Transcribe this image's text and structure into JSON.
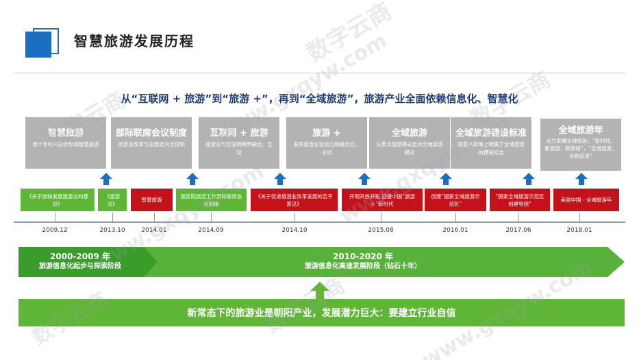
{
  "title": "智慧旅游发展历程",
  "subtitle": "从“互联网 + 旅游”到“旅游 +”，再到“全域旅游”，旅游产业全面依赖信息化、智慧化",
  "stages": [
    {
      "title": "智慧旅游",
      "desc": "用十年时间初步形成智慧旅游"
    },
    {
      "title": "部际联席会议制度",
      "desc": "旅游业改革与发展走向全日制"
    },
    {
      "title": "互联网 + 旅游",
      "desc": "旅游业与互联网跨界融合、互动"
    },
    {
      "title": "旅游 +",
      "desc": "发挥旅游业拉动力和融合力、主动"
    },
    {
      "title": "全域旅游",
      "desc": "从景点旅游模式走向全域旅游模式"
    },
    {
      "title": "全域旅游建设标准",
      "desc": "国家从政策上明确了全域旅游的建设标准"
    },
    {
      "title": "全域旅游年",
      "desc": "大力发展全域旅游；“新时代、新旅游、新获得”，“全域旅游，全新追求”"
    }
  ],
  "events": [
    {
      "text": "《关于加快发展旅游业的意见》",
      "color": "green"
    },
    {
      "text": "《旅游法》",
      "color": "green"
    },
    {
      "text": "智慧旅游",
      "color": "red"
    },
    {
      "text": "国务院旅游工作部际联席会议制度",
      "color": "green"
    },
    {
      "text": "《关于促进旅游业改革发展的若干意见》",
      "color": "red"
    },
    {
      "text": "开明开放开拓 迎接中国“旅游 +”新时代",
      "color": "red"
    },
    {
      "text": "创建“国家全域旅游示范区”",
      "color": "red"
    },
    {
      "text": "“国家全域旅游示范区创建导则”",
      "color": "red"
    },
    {
      "text": "美丽中国 - 全域旅游年",
      "color": "red"
    }
  ],
  "dates": [
    "2009.12",
    "2013.10",
    "2014.01",
    "2014.09",
    "2014.10",
    "2015.08",
    "2016.01",
    "2017.06",
    "2018.01"
  ],
  "phases": [
    {
      "years": "2000-2009 年",
      "desc": "旅游信息化起步与探索阶段"
    },
    {
      "years": "2010-2020 年",
      "desc": "旅游信息化高速发展阶段（钻石十年）"
    }
  ],
  "conclusion": "新常态下的旅游业是朝阳产业，发展潜力巨大：要建立行业自信",
  "watermark": [
    "数字云商",
    "www.gxqyw.com"
  ],
  "colors": {
    "accent_blue": "#1b6fc2",
    "title_navy": "#1d3c78",
    "card_gray": "#b3b3b3",
    "event_green": "#5fb536",
    "event_red": "#c4121b",
    "phase_green": "#3a9c2a"
  }
}
